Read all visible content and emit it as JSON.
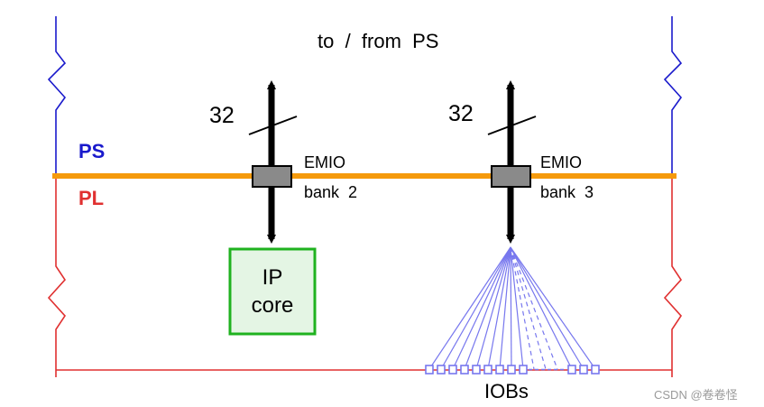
{
  "title": "to  /  from  PS",
  "regions": {
    "ps": "PS",
    "pl": "PL"
  },
  "emio": [
    {
      "name": "EMIO",
      "bank": "bank  2",
      "width": "32"
    },
    {
      "name": "EMIO",
      "bank": "bank  3",
      "width": "32"
    }
  ],
  "ip_core": {
    "line1": "IP",
    "line2": "core"
  },
  "iobs_label": "IOBs",
  "watermark": "CSDN @卷卷怪",
  "colors": {
    "ps_boundary": "#1a1acc",
    "pl_boundary": "#e03030",
    "divider": "#f59a0c",
    "ip_core_fill": "#e4f5e4",
    "ip_core_border": "#1fb21f",
    "iob": "#7777ee",
    "emio_block": "#8a8a8a"
  }
}
